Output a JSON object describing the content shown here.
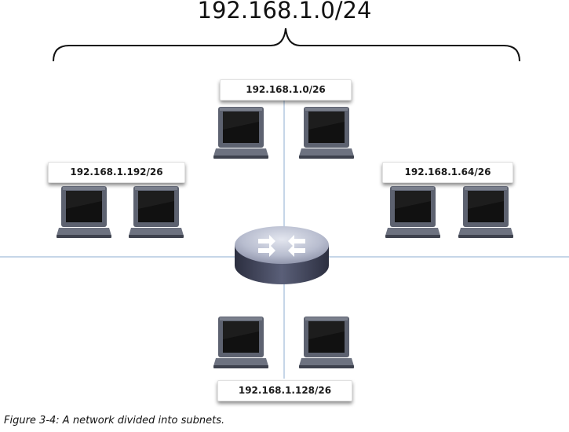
{
  "diagram": {
    "title": "192.168.1.0/24",
    "subnets": {
      "top": "192.168.1.0/26",
      "left": "192.168.1.192/26",
      "right": "192.168.1.64/26",
      "bottom": "192.168.1.128/26"
    },
    "caption": "Figure 3-4: A network divided into subnets."
  },
  "colors": {
    "line": "#8eaed1",
    "brace": "#111111",
    "laptop_body": "#5d6270",
    "screen": "#101010",
    "router_top": "#c9cede",
    "router_side": "#3d4157"
  },
  "icons": [
    "laptop-icon",
    "router-icon"
  ]
}
